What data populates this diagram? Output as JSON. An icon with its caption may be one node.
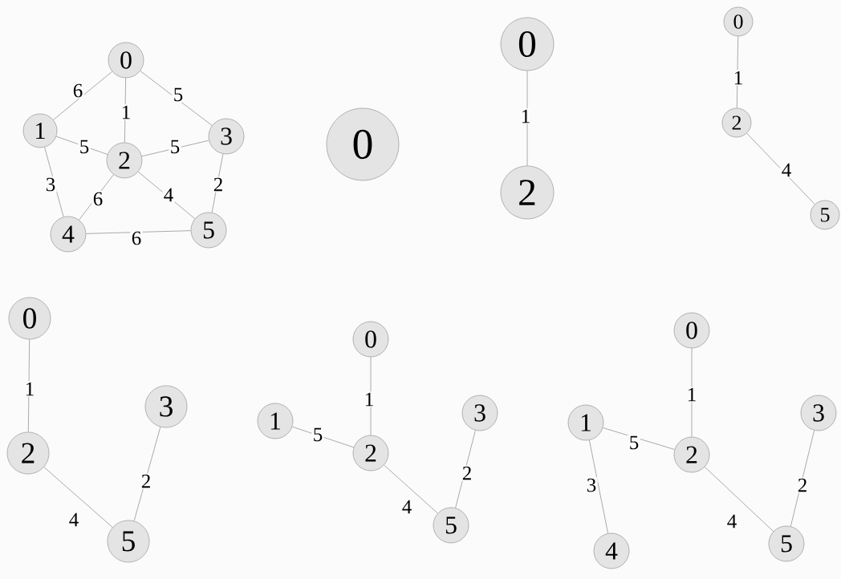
{
  "diagram": {
    "nodes": [
      {
        "text": [
          "0"
        ]
      },
      {
        "text": [
          "1"
        ]
      },
      {
        "text": [
          "2"
        ]
      },
      {
        "text": [
          "3"
        ]
      },
      {
        "text": [
          "4"
        ]
      },
      {
        "text": [
          "5"
        ]
      },
      {
        "text": [
          "0"
        ]
      },
      {
        "text": [
          "0"
        ]
      },
      {
        "text": [
          "2"
        ]
      },
      {
        "text": [
          "0"
        ]
      },
      {
        "text": [
          "2"
        ]
      },
      {
        "text": [
          "5"
        ]
      },
      {
        "text": [
          "0"
        ]
      },
      {
        "text": [
          "2"
        ]
      },
      {
        "text": [
          "3"
        ]
      },
      {
        "text": [
          "5"
        ]
      },
      {
        "text": [
          "0"
        ]
      },
      {
        "text": [
          "1"
        ]
      },
      {
        "text": [
          "2"
        ]
      },
      {
        "text": [
          "3"
        ]
      },
      {
        "text": [
          "5"
        ]
      },
      {
        "text": [
          "0"
        ]
      },
      {
        "text": [
          "1"
        ]
      },
      {
        "text": [
          "2"
        ]
      },
      {
        "text": [
          "3"
        ]
      },
      {
        "text": [
          "4"
        ]
      },
      {
        "text": [
          "5"
        ]
      }
    ],
    "edges": [
      {
        "from": 0,
        "to": 1,
        "arrow": "none",
        "label": "6"
      },
      {
        "from": 0,
        "to": 2,
        "arrow": "none",
        "label": "1"
      },
      {
        "from": 0,
        "to": 3,
        "arrow": "none",
        "label": "5"
      },
      {
        "from": 1,
        "to": 2,
        "arrow": "none",
        "label": "5"
      },
      {
        "from": 2,
        "to": 3,
        "arrow": "none",
        "label": "5"
      },
      {
        "from": 1,
        "to": 4,
        "arrow": "none",
        "label": "3"
      },
      {
        "from": 2,
        "to": 4,
        "arrow": "none",
        "label": "6"
      },
      {
        "from": 2,
        "to": 5,
        "arrow": "none",
        "label": "4"
      },
      {
        "from": 3,
        "to": 5,
        "arrow": "none",
        "label": "2"
      },
      {
        "from": 4,
        "to": 5,
        "arrow": "none",
        "label": "6"
      },
      {
        "from": 7,
        "to": 8,
        "arrow": "none",
        "label": "1"
      },
      {
        "from": 9,
        "to": 10,
        "arrow": "none",
        "label": "1"
      },
      {
        "from": 10,
        "to": 11,
        "arrow": "none",
        "label": "4"
      },
      {
        "from": 12,
        "to": 13,
        "arrow": "none",
        "label": "1"
      },
      {
        "from": 13,
        "to": 15,
        "arrow": "none",
        "label": "4"
      },
      {
        "from": 14,
        "to": 15,
        "arrow": "none",
        "label": "2"
      },
      {
        "from": 16,
        "to": 18,
        "arrow": "none",
        "label": "1"
      },
      {
        "from": 17,
        "to": 18,
        "arrow": "none",
        "label": "5"
      },
      {
        "from": 18,
        "to": 20,
        "arrow": "none",
        "label": "4"
      },
      {
        "from": 19,
        "to": 20,
        "arrow": "none",
        "label": "2"
      },
      {
        "from": 21,
        "to": 23,
        "arrow": "none",
        "label": "1"
      },
      {
        "from": 22,
        "to": 23,
        "arrow": "none",
        "label": "5"
      },
      {
        "from": 22,
        "to": 25,
        "arrow": "none",
        "label": "3"
      },
      {
        "from": 23,
        "to": 26,
        "arrow": "none",
        "label": "4"
      },
      {
        "from": 24,
        "to": 26,
        "arrow": "none",
        "label": "2"
      }
    ]
  }
}
